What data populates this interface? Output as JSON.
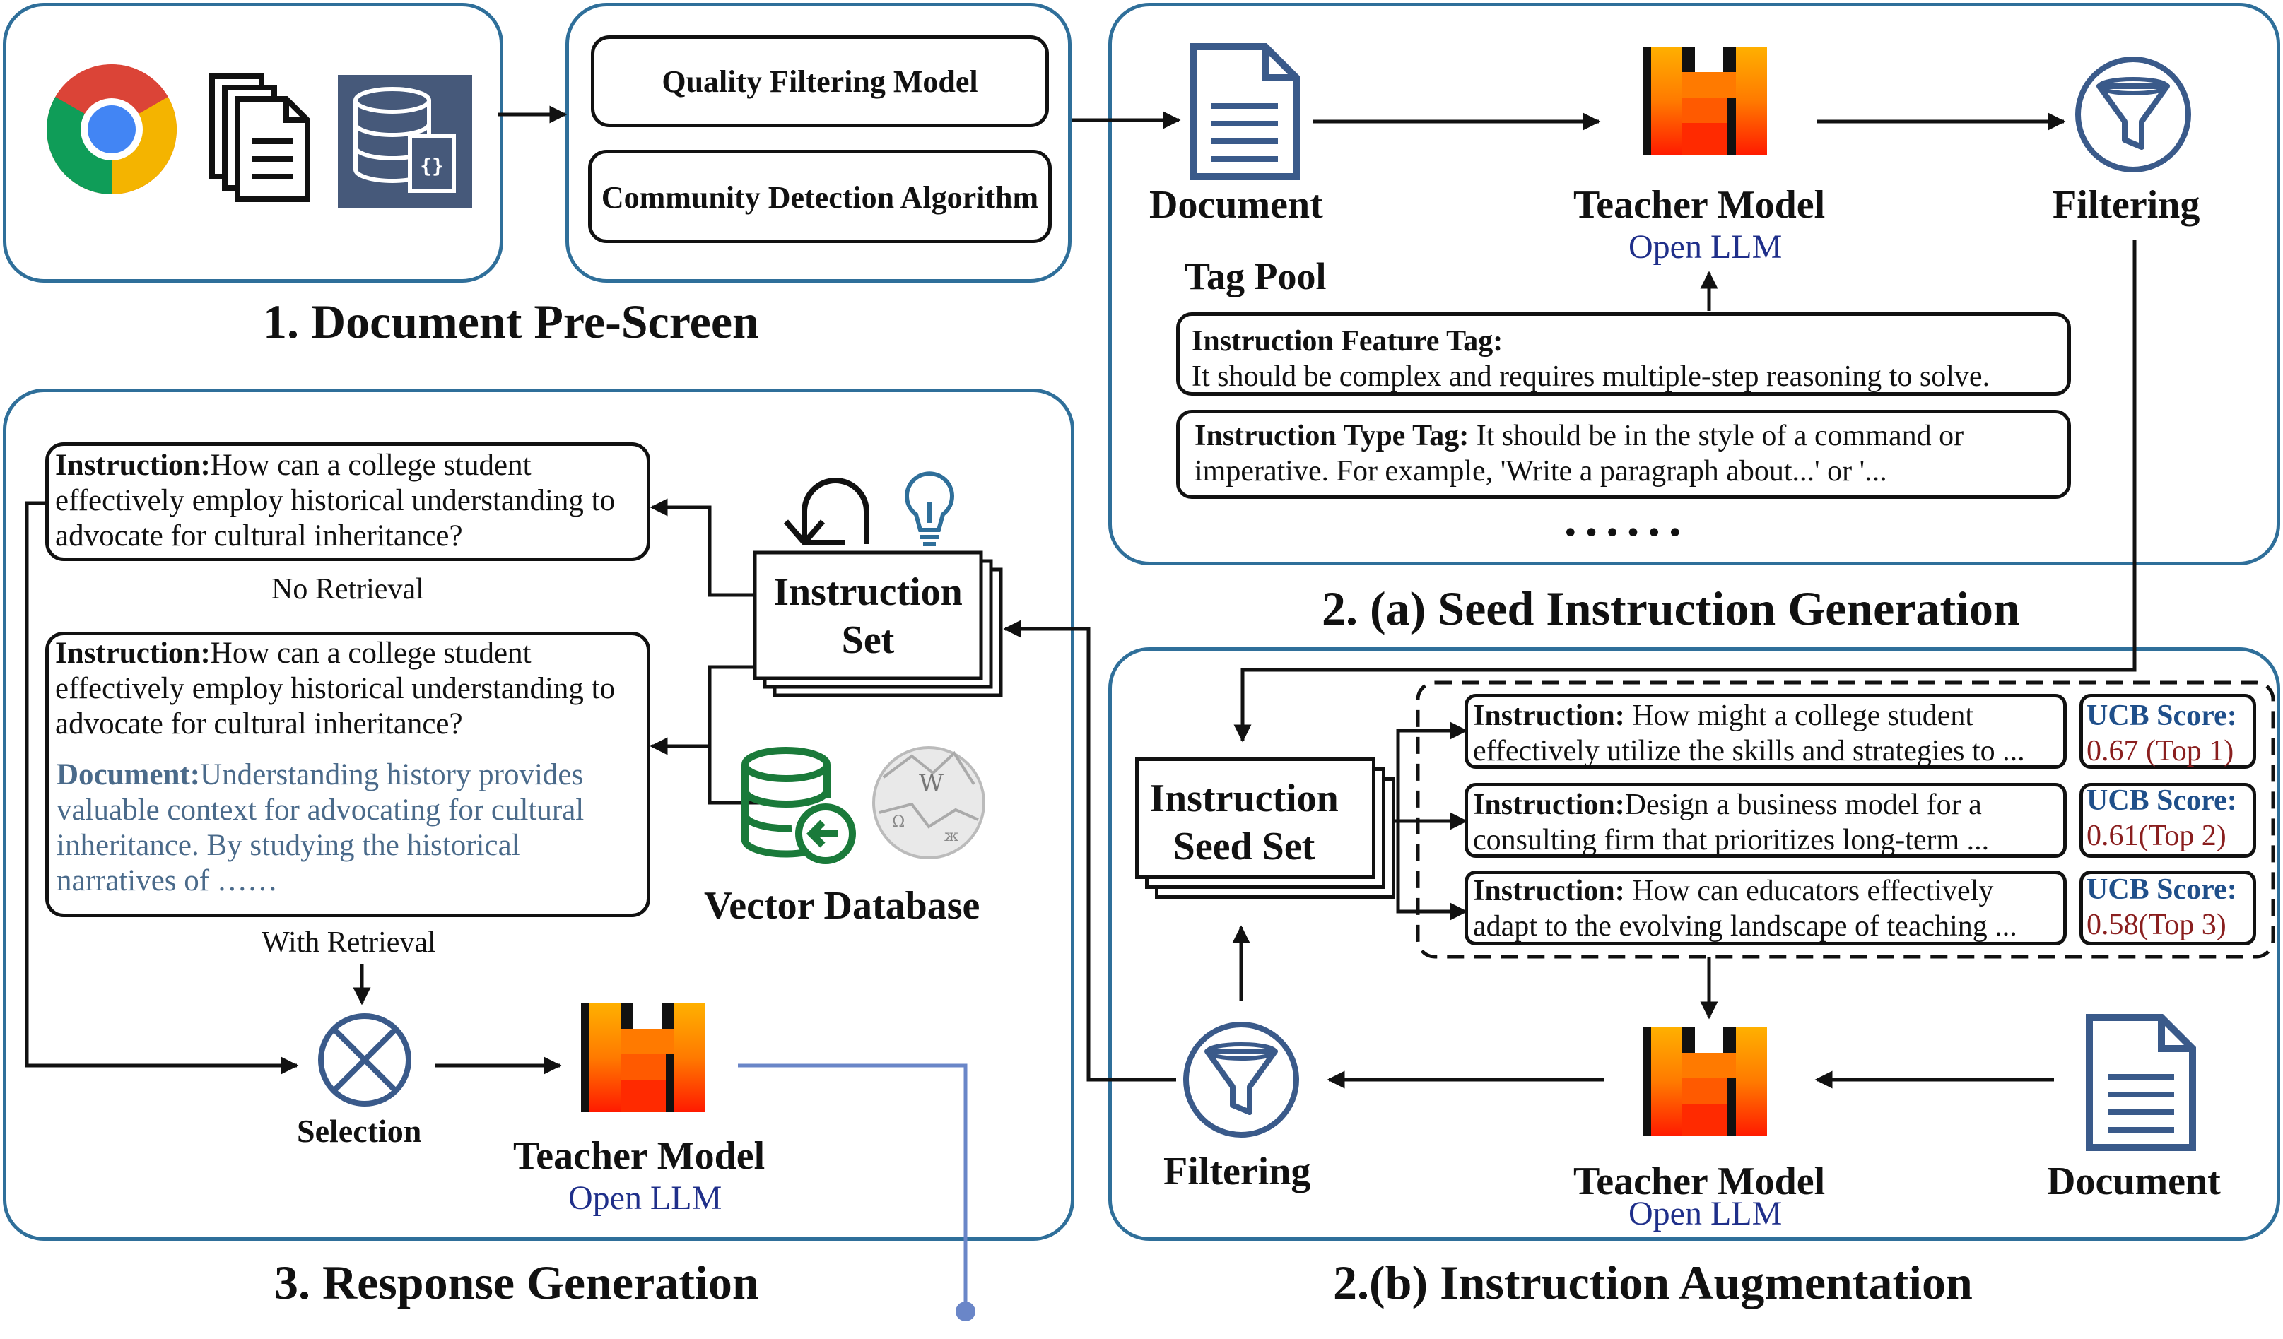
{
  "sections": {
    "prescreen_title": "1. Document Pre-Screen",
    "seed_title": "2. (a) Seed Instruction Generation",
    "augment_title": "2.(b) Instruction Augmentation",
    "response_title": "3. Response Generation"
  },
  "prescreen": {
    "quality_filter": "Quality Filtering Model",
    "community_detection": "Community Detection Algorithm",
    "icons": [
      "chrome-icon",
      "documents-icon",
      "database-code-icon"
    ]
  },
  "seed": {
    "document": "Document",
    "teacher_model": "Teacher Model",
    "open_llm": "Open LLM",
    "filtering": "Filtering",
    "tag_pool": "Tag Pool",
    "feature_tag_label": "Instruction Feature Tag:",
    "feature_tag_text": "It should be complex and requires multiple-step reasoning to solve.",
    "type_tag_label": "Instruction Type Tag:",
    "type_tag_text": "It should be in the style of a command or imperative. For example, 'Write a paragraph about...' or '...",
    "ellipsis": "••••••"
  },
  "augment": {
    "seed_set": "Instruction Seed Set",
    "items": [
      {
        "label": "Instruction:",
        "text": " How might a college student effectively utilize the skills and strategies to ...",
        "ucb_label": "UCB Score:",
        "ucb_value": "0.67 (Top 1)"
      },
      {
        "label": "Instruction:",
        "text": "Design a business model for a consulting firm that prioritizes long-term ...",
        "ucb_label": "UCB Score:",
        "ucb_value": "0.61(Top 2)"
      },
      {
        "label": "Instruction:",
        "text": " How can educators effectively adapt to the evolving landscape of teaching ...",
        "ucb_label": "UCB Score:",
        "ucb_value": "0.58(Top 3)"
      }
    ],
    "filtering": "Filtering",
    "teacher_model": "Teacher Model",
    "open_llm": "Open LLM",
    "document": "Document"
  },
  "response": {
    "instr1_label": "Instruction:",
    "instr1_text": "How can a college student effectively employ historical understanding to advocate for cultural inheritance?",
    "no_retrieval": "No Retrieval",
    "instr2_label": "Instruction:",
    "instr2_text": "How can a college student effectively employ historical understanding to advocate for cultural inheritance?",
    "doc_label": "Document:",
    "doc_text": "Understanding history provides valuable context for advocating for cultural inheritance. By studying the historical narratives of  ……",
    "with_retrieval": "With Retrieval",
    "selection": "Selection",
    "instruction_set": "Instruction Set",
    "vector_database": "Vector Database",
    "teacher_model": "Teacher Model",
    "open_llm": "Open LLM"
  },
  "colors": {
    "panel_border": "#2f6f9a",
    "llm_blue": "#1f2f8a",
    "doc_text": "#4a6a8a",
    "ucb_label": "#1f4f8a",
    "ucb_value": "#8a1f1f",
    "db_green": "#1a7a3a",
    "icon_blue": "#3a5a8a"
  }
}
